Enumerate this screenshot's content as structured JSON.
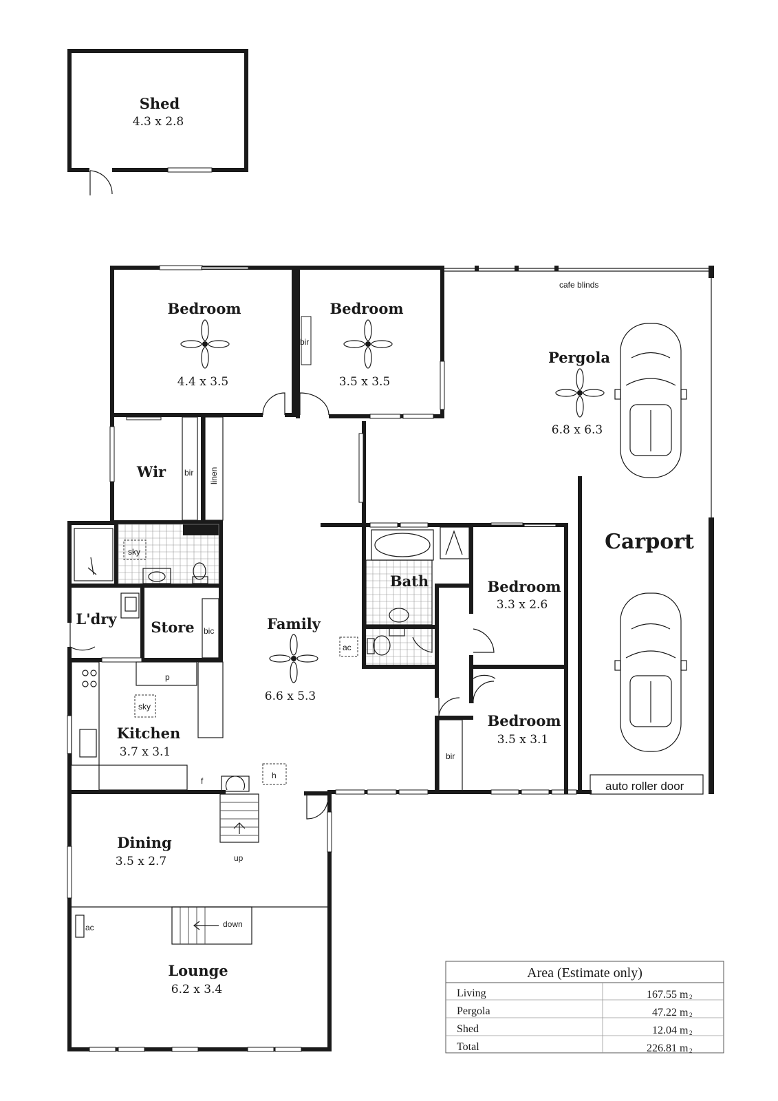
{
  "rooms": {
    "shed": {
      "name": "Shed",
      "dims": "4.3 x 2.8"
    },
    "bedroom1": {
      "name": "Bedroom",
      "dims": "4.4 x 3.5"
    },
    "bedroom2": {
      "name": "Bedroom",
      "dims": "3.5 x 3.5"
    },
    "pergola": {
      "name": "Pergola",
      "dims": "6.8 x 6.3"
    },
    "wir": {
      "name": "Wir"
    },
    "bath": {
      "name": "Bath"
    },
    "bedroom3": {
      "name": "Bedroom",
      "dims": "3.3 x 2.6"
    },
    "bedroom4": {
      "name": "Bedroom",
      "dims": "3.5 x 3.1"
    },
    "laundry": {
      "name": "L'dry"
    },
    "store": {
      "name": "Store"
    },
    "family": {
      "name": "Family",
      "dims": "6.6 x 5.3"
    },
    "kitchen": {
      "name": "Kitchen",
      "dims": "3.7 x 3.1"
    },
    "dining": {
      "name": "Dining",
      "dims": "3.5 x 2.7"
    },
    "lounge": {
      "name": "Lounge",
      "dims": "6.2 x 3.4"
    },
    "carport": {
      "name": "Carport"
    }
  },
  "labels": {
    "cafe_blinds": "cafe blinds",
    "bir1": "bir",
    "bir2": "bir",
    "bir3": "bir",
    "linen": "linen",
    "bic": "bic",
    "sky1": "sky",
    "sky2": "sky",
    "ac1": "ac",
    "ac2": "ac",
    "p": "p",
    "f": "f",
    "h": "h",
    "up": "up",
    "down": "down",
    "auto_roller_door": "auto roller door"
  },
  "area_table": {
    "title": "Area (Estimate only)",
    "unit": "m",
    "unit_sup": "2",
    "rows": [
      {
        "label": "Living",
        "value": "167.55"
      },
      {
        "label": "Pergola",
        "value": "47.22"
      },
      {
        "label": "Shed",
        "value": "12.04"
      },
      {
        "label": "Total",
        "value": "226.81"
      }
    ]
  }
}
